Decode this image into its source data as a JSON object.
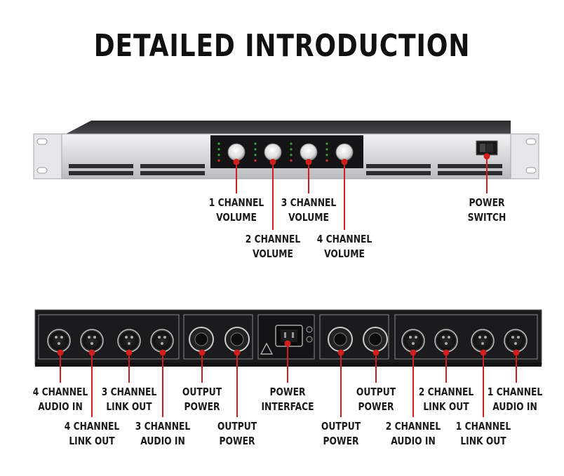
{
  "title": "DETAILED INTRODUCTION",
  "front_labels": [
    {
      "id": "ch1-volume",
      "lines": [
        "1 CHANNEL",
        "VOLUME"
      ]
    },
    {
      "id": "ch2-volume",
      "lines": [
        "2 CHANNEL",
        "VOLUME"
      ]
    },
    {
      "id": "ch3-volume",
      "lines": [
        "3 CHANNEL",
        "VOLUME"
      ]
    },
    {
      "id": "ch4-volume",
      "lines": [
        "4 CHANNEL",
        "VOLUME"
      ]
    },
    {
      "id": "power-switch",
      "lines": [
        "POWER",
        "SWITCH"
      ]
    }
  ],
  "rear_labels": [
    {
      "id": "ch4-audio-in",
      "lines": [
        "4 CHANNEL",
        "AUDIO IN"
      ]
    },
    {
      "id": "ch4-link-out",
      "lines": [
        "4 CHANNEL",
        "LINK OUT"
      ]
    },
    {
      "id": "ch3-link-out",
      "lines": [
        "3 CHANNEL",
        "LINK OUT"
      ]
    },
    {
      "id": "ch3-audio-in",
      "lines": [
        "3 CHANNEL",
        "AUDIO IN"
      ]
    },
    {
      "id": "output-power-1",
      "lines": [
        "OUTPUT",
        "POWER"
      ]
    },
    {
      "id": "output-power-2",
      "lines": [
        "OUTPUT",
        "POWER"
      ]
    },
    {
      "id": "power-interface",
      "lines": [
        "POWER",
        "INTERFACE"
      ]
    },
    {
      "id": "output-power-3",
      "lines": [
        "OUTPUT",
        "POWER"
      ]
    },
    {
      "id": "output-power-4",
      "lines": [
        "OUTPUT",
        "POWER"
      ]
    },
    {
      "id": "ch2-audio-in",
      "lines": [
        "2 CHANNEL",
        "AUDIO IN"
      ]
    },
    {
      "id": "ch2-link-out",
      "lines": [
        "2 CHANNEL",
        "LINK OUT"
      ]
    },
    {
      "id": "ch1-link-out",
      "lines": [
        "1 CHANNEL",
        "LINK OUT"
      ]
    },
    {
      "id": "ch1-audio-in",
      "lines": [
        "1 CHANNEL",
        "AUDIO IN"
      ]
    }
  ],
  "colors": {
    "accent": "#d11f1f",
    "panel_silver": "#d9dadc",
    "panel_black": "#1b1b1d"
  }
}
